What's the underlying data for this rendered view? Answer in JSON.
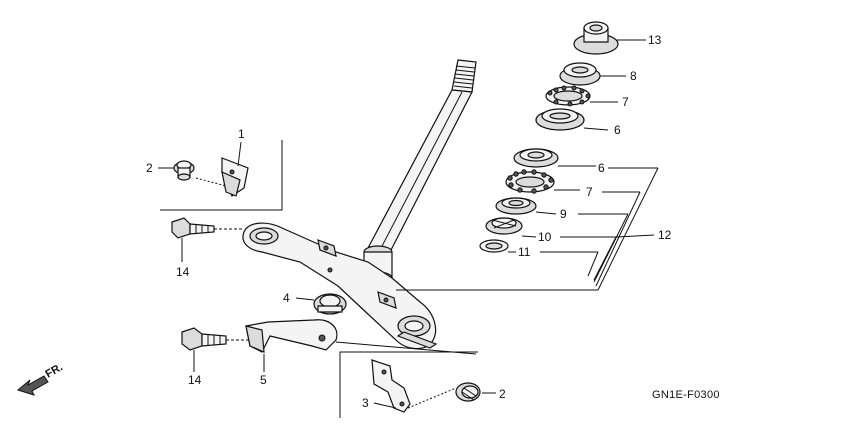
{
  "diagram": {
    "drawing_code": "GN1E-F0300",
    "front_marker": "FR.",
    "callouts": [
      {
        "id": "c1",
        "label": "1"
      },
      {
        "id": "c2a",
        "label": "2"
      },
      {
        "id": "c2b",
        "label": "2"
      },
      {
        "id": "c3",
        "label": "3"
      },
      {
        "id": "c4",
        "label": "4"
      },
      {
        "id": "c5",
        "label": "5"
      },
      {
        "id": "c6a",
        "label": "6"
      },
      {
        "id": "c6b",
        "label": "6"
      },
      {
        "id": "c7a",
        "label": "7"
      },
      {
        "id": "c7b",
        "label": "7"
      },
      {
        "id": "c8",
        "label": "8"
      },
      {
        "id": "c9",
        "label": "9"
      },
      {
        "id": "c10",
        "label": "10"
      },
      {
        "id": "c11",
        "label": "11"
      },
      {
        "id": "c12",
        "label": "12"
      },
      {
        "id": "c13",
        "label": "13"
      },
      {
        "id": "c14a",
        "label": "14"
      },
      {
        "id": "c14b",
        "label": "14"
      }
    ]
  }
}
